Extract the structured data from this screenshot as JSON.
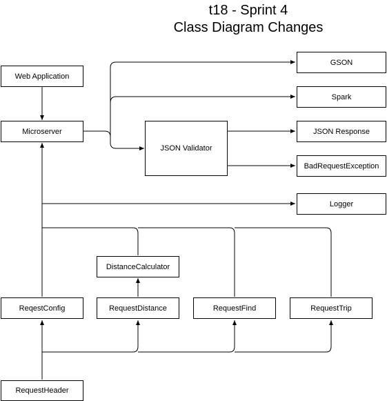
{
  "title": {
    "line1": "t18 - Sprint 4",
    "line2": "Class Diagram Changes"
  },
  "nodes": {
    "web_application": "Web Application",
    "microserver": "Microserver",
    "json_validator": "JSON Validator",
    "gson": "GSON",
    "spark": "Spark",
    "json_response": "JSON Response",
    "bad_request_exception": "BadRequestException",
    "logger": "Logger",
    "distance_calculator": "DistanceCalculator",
    "reqest_config": "ReqestConfig",
    "request_distance": "RequestDistance",
    "request_find": "RequestFind",
    "request_trip": "RequestTrip",
    "request_header": "RequestHeader"
  },
  "colors": {
    "line": "#000000",
    "box_border": "#000000",
    "box_fill": "#ffffff"
  }
}
